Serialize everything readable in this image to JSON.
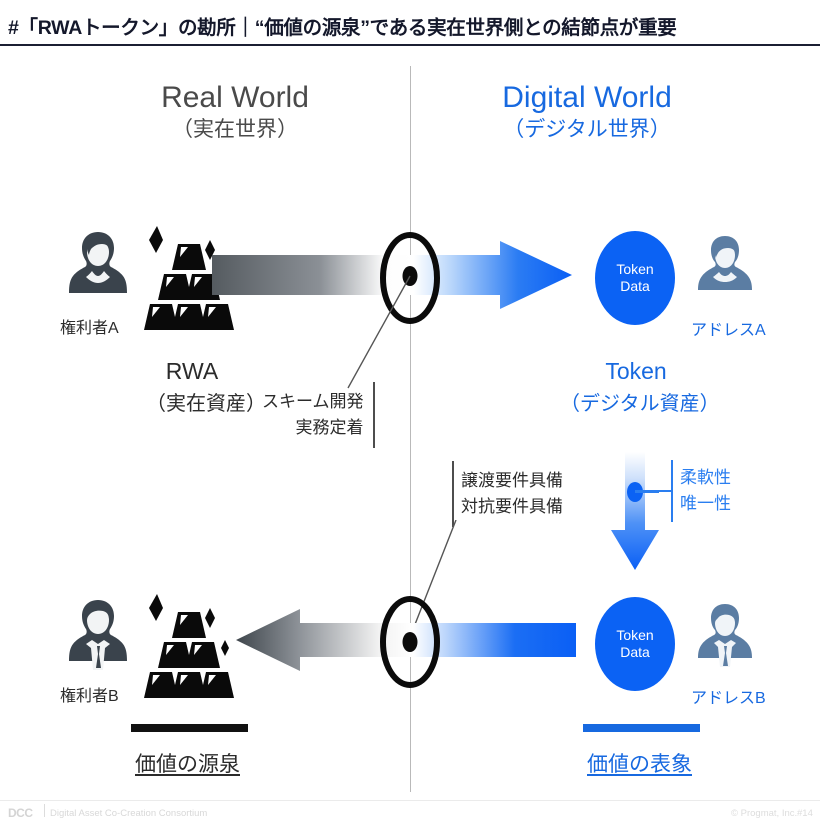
{
  "title": "#「RWAトークン」の勘所｜“価値の源泉”である実在世界側との結節点が重要",
  "columns": {
    "real": {
      "en": "Real World",
      "jp": "（実在世界）",
      "color": "#4a4a4a"
    },
    "digital": {
      "en": "Digital World",
      "jp": "（デジタル世界）",
      "color": "#1769e0"
    }
  },
  "real_world": {
    "holder_a_label": "権利者A",
    "holder_b_label": "権利者B",
    "asset_title": "RWA",
    "asset_subtitle": "（実在資産）",
    "bottom_caption": "価値の源泉"
  },
  "digital_world": {
    "token_circle_line1": "Token",
    "token_circle_line2": "Data",
    "address_a_label": "アドレスA",
    "address_b_label": "アドレスB",
    "token_title": "Token",
    "token_subtitle": "（デジタル資産）",
    "bottom_caption": "価値の表象",
    "token_traits": [
      "柔軟性",
      "唯一性"
    ]
  },
  "annotations": {
    "node_top": [
      "スキーム開発",
      "実務定着"
    ],
    "node_bottom": [
      "譲渡要件具備",
      "対抗要件具備"
    ]
  },
  "icons": {
    "person_a": "person-female-icon",
    "person_b": "person-male-icon",
    "address_a": "person-avatar-icon",
    "address_b": "person-avatar-icon",
    "gold": "gold-bars-icon",
    "node": "connection-node-icon",
    "arrow_right": "arrow-right-gradient-icon",
    "arrow_left": "arrow-left-gradient-icon",
    "arrow_down": "arrow-down-gradient-icon"
  },
  "footer": {
    "mark": "DCC",
    "name": "Digital Asset Co-Creation Consortium",
    "copyright": "© Progmat, Inc.",
    "page": "#14"
  },
  "palette": {
    "blue": "#1769e0",
    "bright_blue": "#0b62f4",
    "dark_gray": "#4a4a4a",
    "title_navy": "#14182b",
    "person_dark": "#3a434c",
    "person_blue": "#5b7da3"
  }
}
